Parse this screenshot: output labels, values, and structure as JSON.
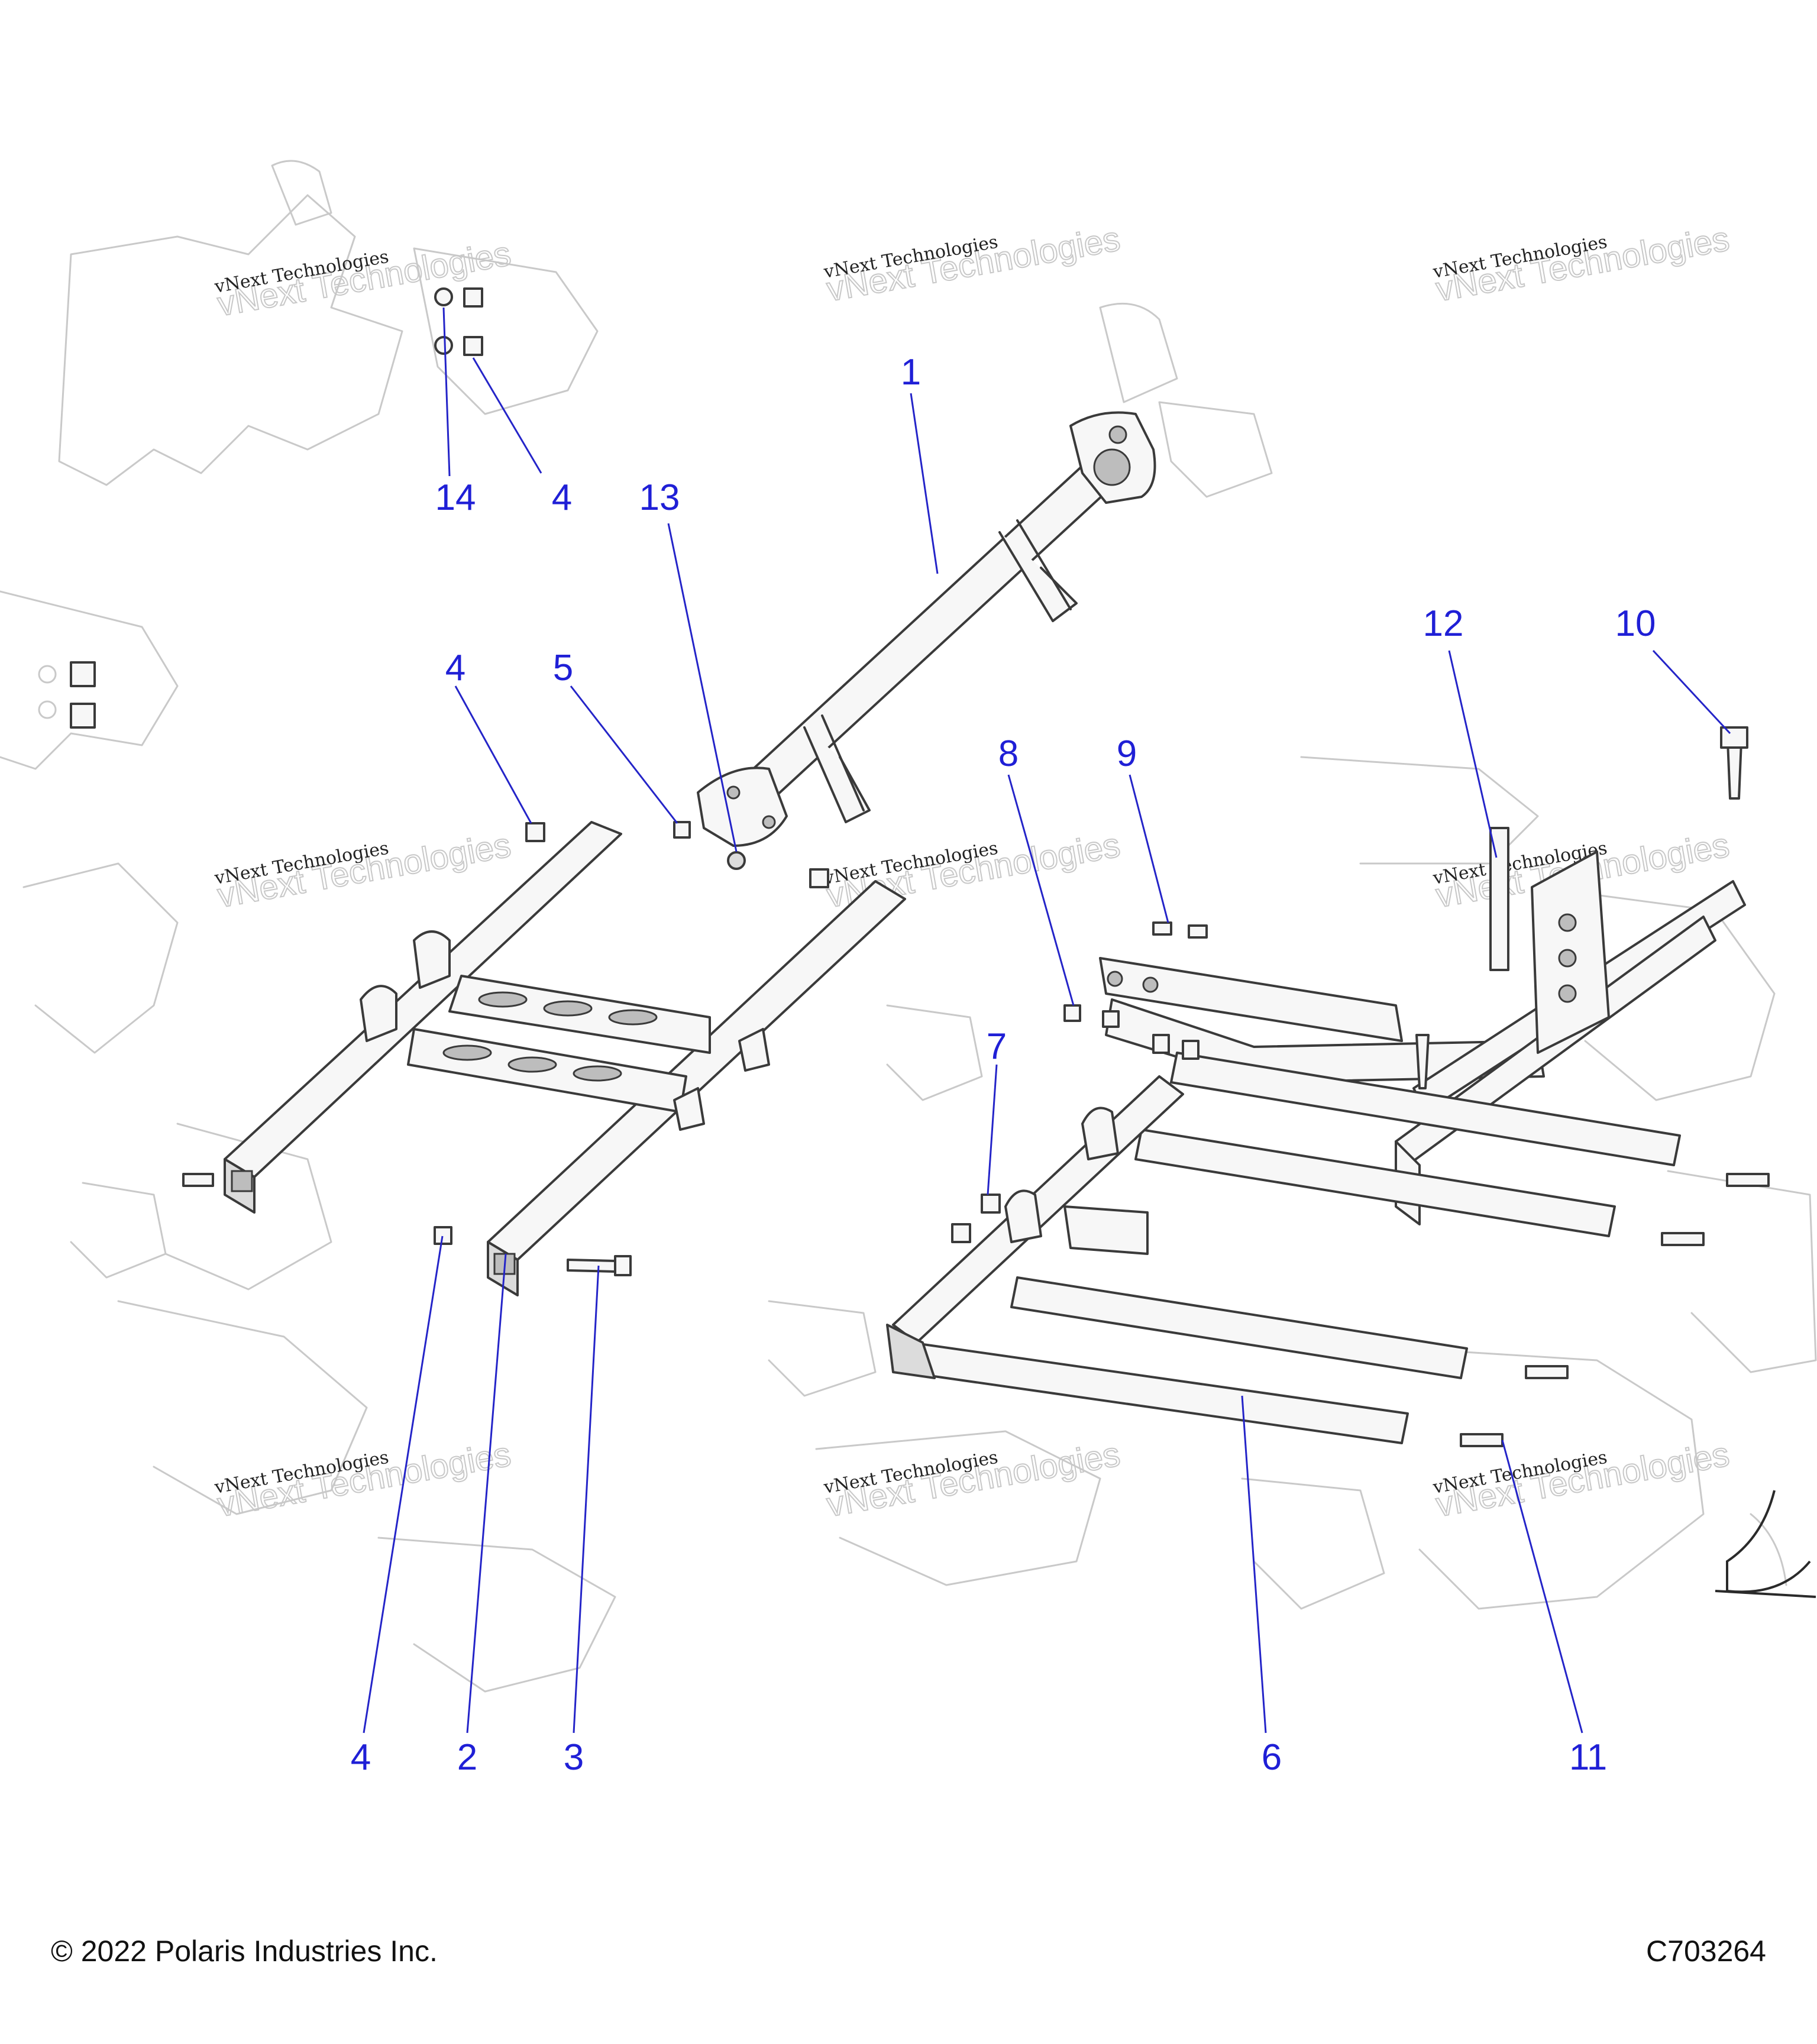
{
  "footer": {
    "copyright": "© 2022 Polaris Industries Inc.",
    "drawing_number": "C703264"
  },
  "watermark": {
    "line1": "vNext Technologies",
    "line2": "vNext Technologies"
  },
  "callouts": {
    "c1": "1",
    "c2": "2",
    "c3": "3",
    "c4a": "4",
    "c4b": "4",
    "c4c": "4",
    "c5": "5",
    "c6": "6",
    "c7": "7",
    "c8": "8",
    "c9": "9",
    "c10": "10",
    "c11": "11",
    "c12": "12",
    "c13": "13",
    "c14": "14"
  },
  "colors": {
    "callout": "#1f1fd6",
    "leader": "#2424c8",
    "part_outline": "#3a3a3a",
    "ghost_outline": "#c9c9c9"
  }
}
